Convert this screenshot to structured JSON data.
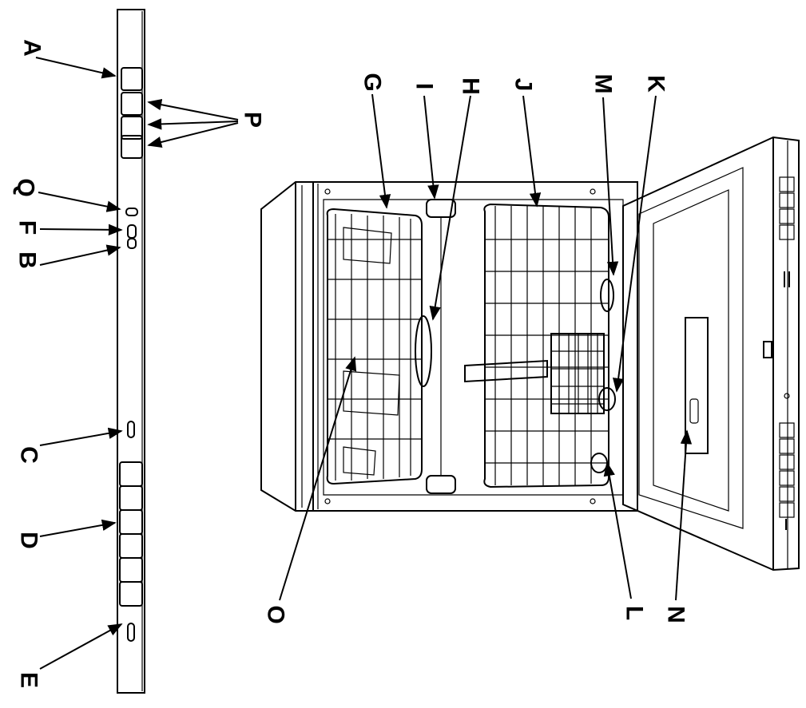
{
  "diagram": {
    "labels": {
      "A": "A",
      "B": "B",
      "C": "C",
      "D": "D",
      "E": "E",
      "F": "F",
      "G": "G",
      "H": "H",
      "I": "I",
      "J": "J",
      "K": "K",
      "L": "L",
      "M": "M",
      "N": "N",
      "O": "O",
      "P": "P",
      "Q": "Q"
    }
  }
}
